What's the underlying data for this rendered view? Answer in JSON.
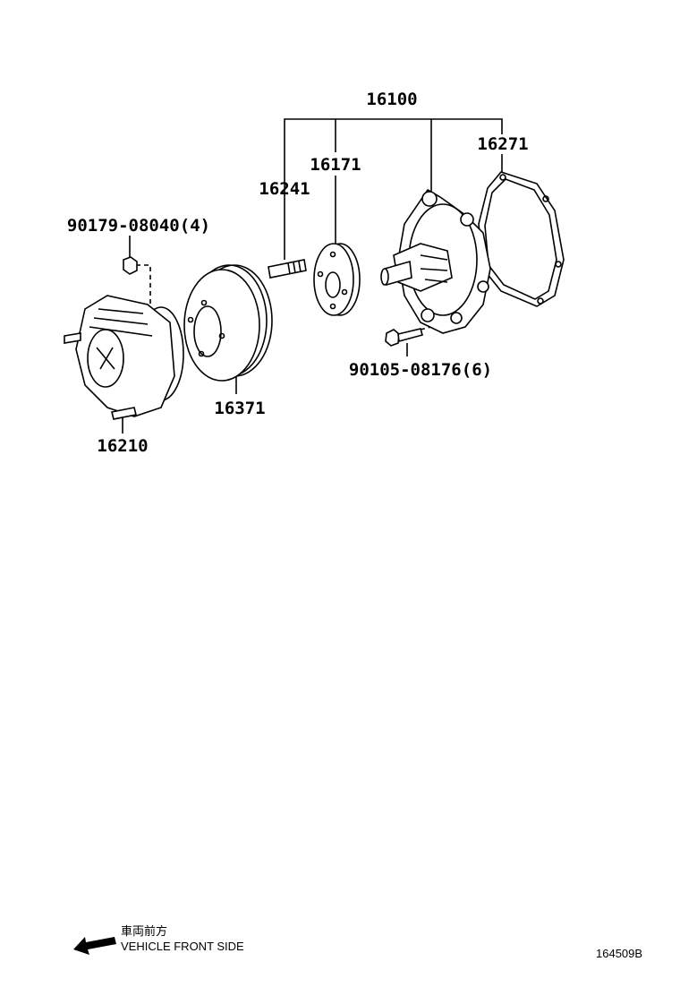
{
  "labels": {
    "assembly": "16100",
    "gasket": "16271",
    "hub": "16171",
    "stud": "16241",
    "nut": "90179-08040(4)",
    "bolt": "90105-08176(6)",
    "pulley": "16371",
    "fan_clutch": "16210"
  },
  "footer": {
    "direction_jp": "車両前方",
    "direction_en": "VEHICLE FRONT SIDE",
    "illustration_id": "164509B"
  }
}
